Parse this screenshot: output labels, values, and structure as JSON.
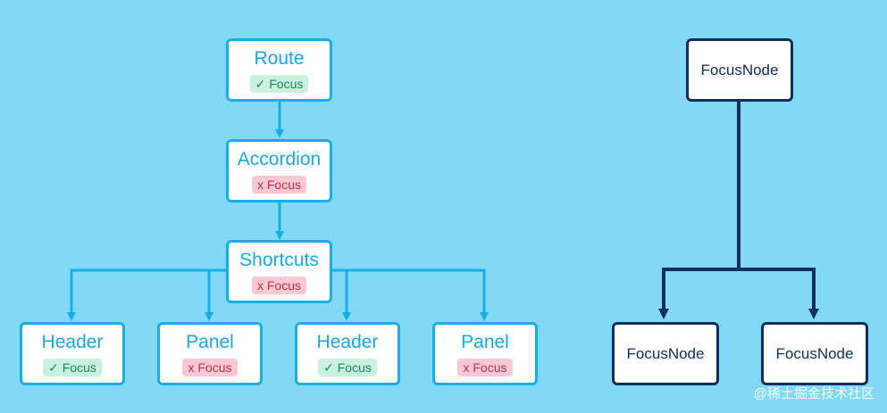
{
  "colors": {
    "background": "#81d9f5",
    "widget_border": "#18aee8",
    "widget_text": "#1aa9e6",
    "focus_yes_bg": "#c9f1df",
    "focus_yes_text": "#1d8a55",
    "focus_no_bg": "#f9c9d3",
    "focus_no_text": "#d22a4e",
    "focusnode_border": "#0f2f5e"
  },
  "widget_tree": {
    "route": {
      "label": "Route",
      "badge": "✓ Focus",
      "focusable": true
    },
    "accordion": {
      "label": "Accordion",
      "badge": "x Focus",
      "focusable": false
    },
    "shortcuts": {
      "label": "Shortcuts",
      "badge": "x Focus",
      "focusable": false
    },
    "leaves": [
      {
        "label": "Header",
        "badge": "✓ Focus",
        "focusable": true
      },
      {
        "label": "Panel",
        "badge": "x Focus",
        "focusable": false
      },
      {
        "label": "Header",
        "badge": "✓ Focus",
        "focusable": true
      },
      {
        "label": "Panel",
        "badge": "x Focus",
        "focusable": false
      }
    ]
  },
  "focus_tree": {
    "root": {
      "label": "FocusNode"
    },
    "children": [
      {
        "label": "FocusNode"
      },
      {
        "label": "FocusNode"
      }
    ]
  },
  "watermark": "@稀土掘金技术社区"
}
